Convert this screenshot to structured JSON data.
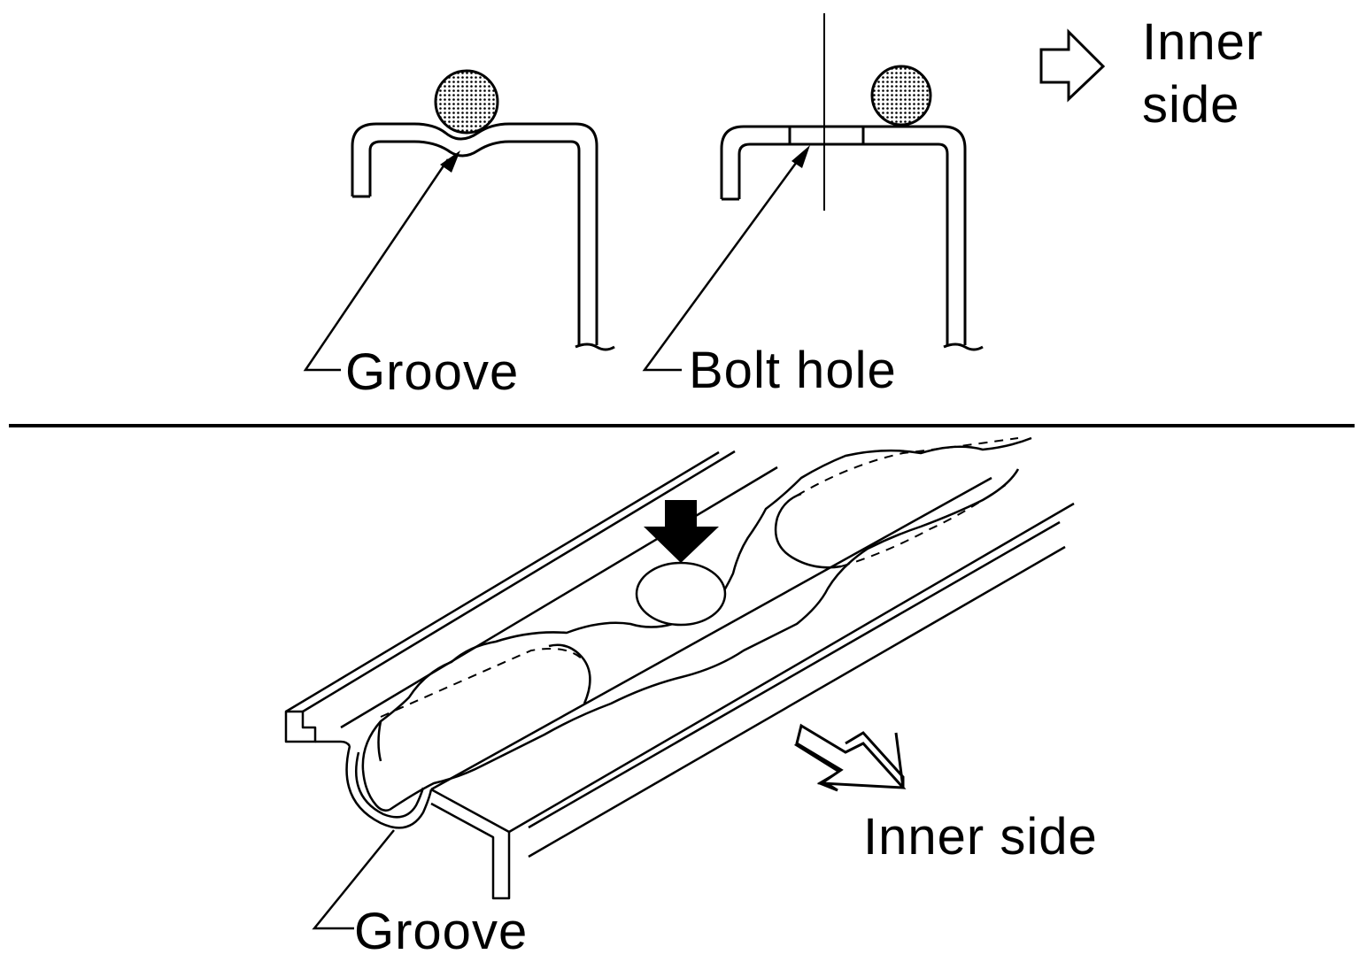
{
  "top_section": {
    "left_label": "Groove",
    "right_label": "Bolt hole",
    "direction_label_line1": "Inner",
    "direction_label_line2": "side"
  },
  "bottom_section": {
    "direction_label": "Inner side",
    "groove_label": "Groove"
  },
  "colors": {
    "line": "#000000",
    "background": "#ffffff",
    "sealant_dot_fill": "#b8b8b8"
  },
  "icons": [
    "hollow-arrow-right-icon",
    "solid-arrow-down-icon",
    "3d-arrow-right-down-icon"
  ]
}
